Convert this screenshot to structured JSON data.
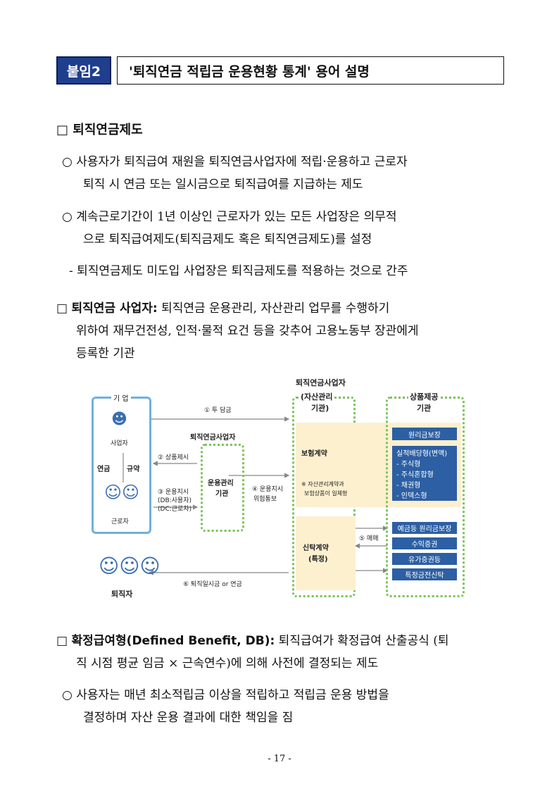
{
  "header": {
    "badge": "붙임2",
    "title": "'퇴직연금 적립금 운용현황 통계' 용어 설명"
  },
  "section1": {
    "heading": "□ 퇴직연금제도",
    "bullet1_line1": "○ 사용자가 퇴직급여 재원을 퇴직연금사업자에 적립·운용하고 근로자",
    "bullet1_line2": "퇴직 시 연금 또는 일시금으로 퇴직급여를 지급하는 제도",
    "bullet2_line1": "○ 계속근로기간이 1년 이상인 근로자가 있는 모든 사업장은 의무적",
    "bullet2_line2": "으로 퇴직급여제도(퇴직금제도 혹은 퇴직연금제도)를 설정",
    "dash1": "- 퇴직연금제도 미도입 사업장은 퇴직금제도를 적용하는 것으로 간주"
  },
  "section2": {
    "prefix": "□ ",
    "term": "퇴직연금 사업자:",
    "line1_rest": " 퇴직연금 운용관리, 자산관리 업무를 수행하기",
    "line2": "위하여 재무건전성, 인적·물적 요건 등을 갖추어 고용노동부 장관에게",
    "line3": "등록한 기관"
  },
  "diagram": {
    "top_title": "퇴직연금사업자",
    "company_label": "기 업",
    "employer": "사업자",
    "pension": "연금",
    "rules": "규약",
    "worker": "근로자",
    "asset_mgmt": "(자산관리",
    "asset_mgmt2": "기관)",
    "product_provider": "상품제공",
    "product_provider2": "기관",
    "flow_invest": "① 투 담금",
    "op_title": "퇴직연금사업자",
    "product_offer": "② 상품제시",
    "op_instruct": "③ 운용지시",
    "op_instruct_db": "(DB:사용자)",
    "op_instruct_dc": "(DC:근로자)",
    "op_agency": "운용관리",
    "op_agency2": "기관",
    "op_instruct_notice": "④ 운용지시",
    "op_notice2": "위험통보",
    "insurance": "보험계약",
    "insurance_note1": "※ 자산관리계약과",
    "insurance_note2": "보험상품이 일체형",
    "trust": "신탁계약",
    "trust2": "(특정)",
    "trade": "⑤ 매매",
    "retiree": "퇴직자",
    "payout": "⑥ 퇴직일시금 or 연금",
    "products_ins": [
      "원리금보장",
      "실적배당형(변액)",
      "- 주식형",
      "- 주식혼합형",
      "- 채권형",
      "- 인덱스형"
    ],
    "products_trust": [
      "예금등 원리금보장",
      "수익증권",
      "유가증권등",
      "특정금전신탁"
    ]
  },
  "section3": {
    "prefix": "□ ",
    "term": "확정급여형(Defined Benefit, DB):",
    "line1_rest": " 퇴직급여가 확정급여 산출공식 (퇴",
    "line2": "직 시점 평균 임금 × 근속연수)에 의해 사전에 결정되는 제도",
    "bullet1_line1": "○ 사용자는 매년 최소적립금 이상을 적립하고 적립금 운용 방법을",
    "bullet1_line2": "결정하며 자산 운용 결과에 대한 책임을 짐"
  },
  "footer": {
    "page": "- 17 -"
  },
  "colors": {
    "badge": "#1f3e8e",
    "box_blue": "#2c5fa3",
    "panel_blue": "#6fb0e0",
    "panel_green": "#7cc35b"
  }
}
